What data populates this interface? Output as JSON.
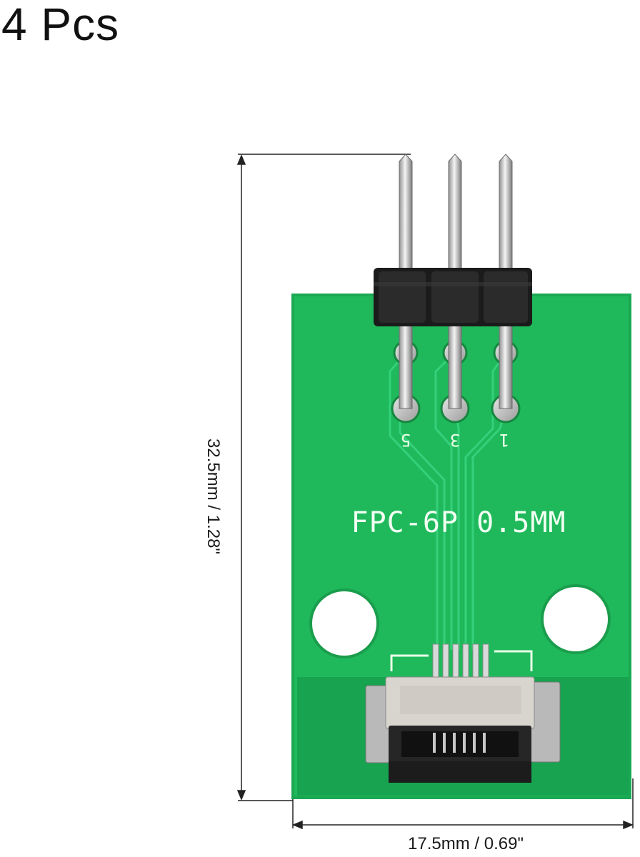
{
  "quantity_label": "4 Pcs",
  "board": {
    "silkscreen": "FPC-6P 0.5MM",
    "pin_labels": [
      "5",
      "3",
      "1"
    ],
    "color": "#1bb35a"
  },
  "dimensions": {
    "height": "32.5mm / 1.28\"",
    "width": "17.5mm / 0.69\""
  }
}
